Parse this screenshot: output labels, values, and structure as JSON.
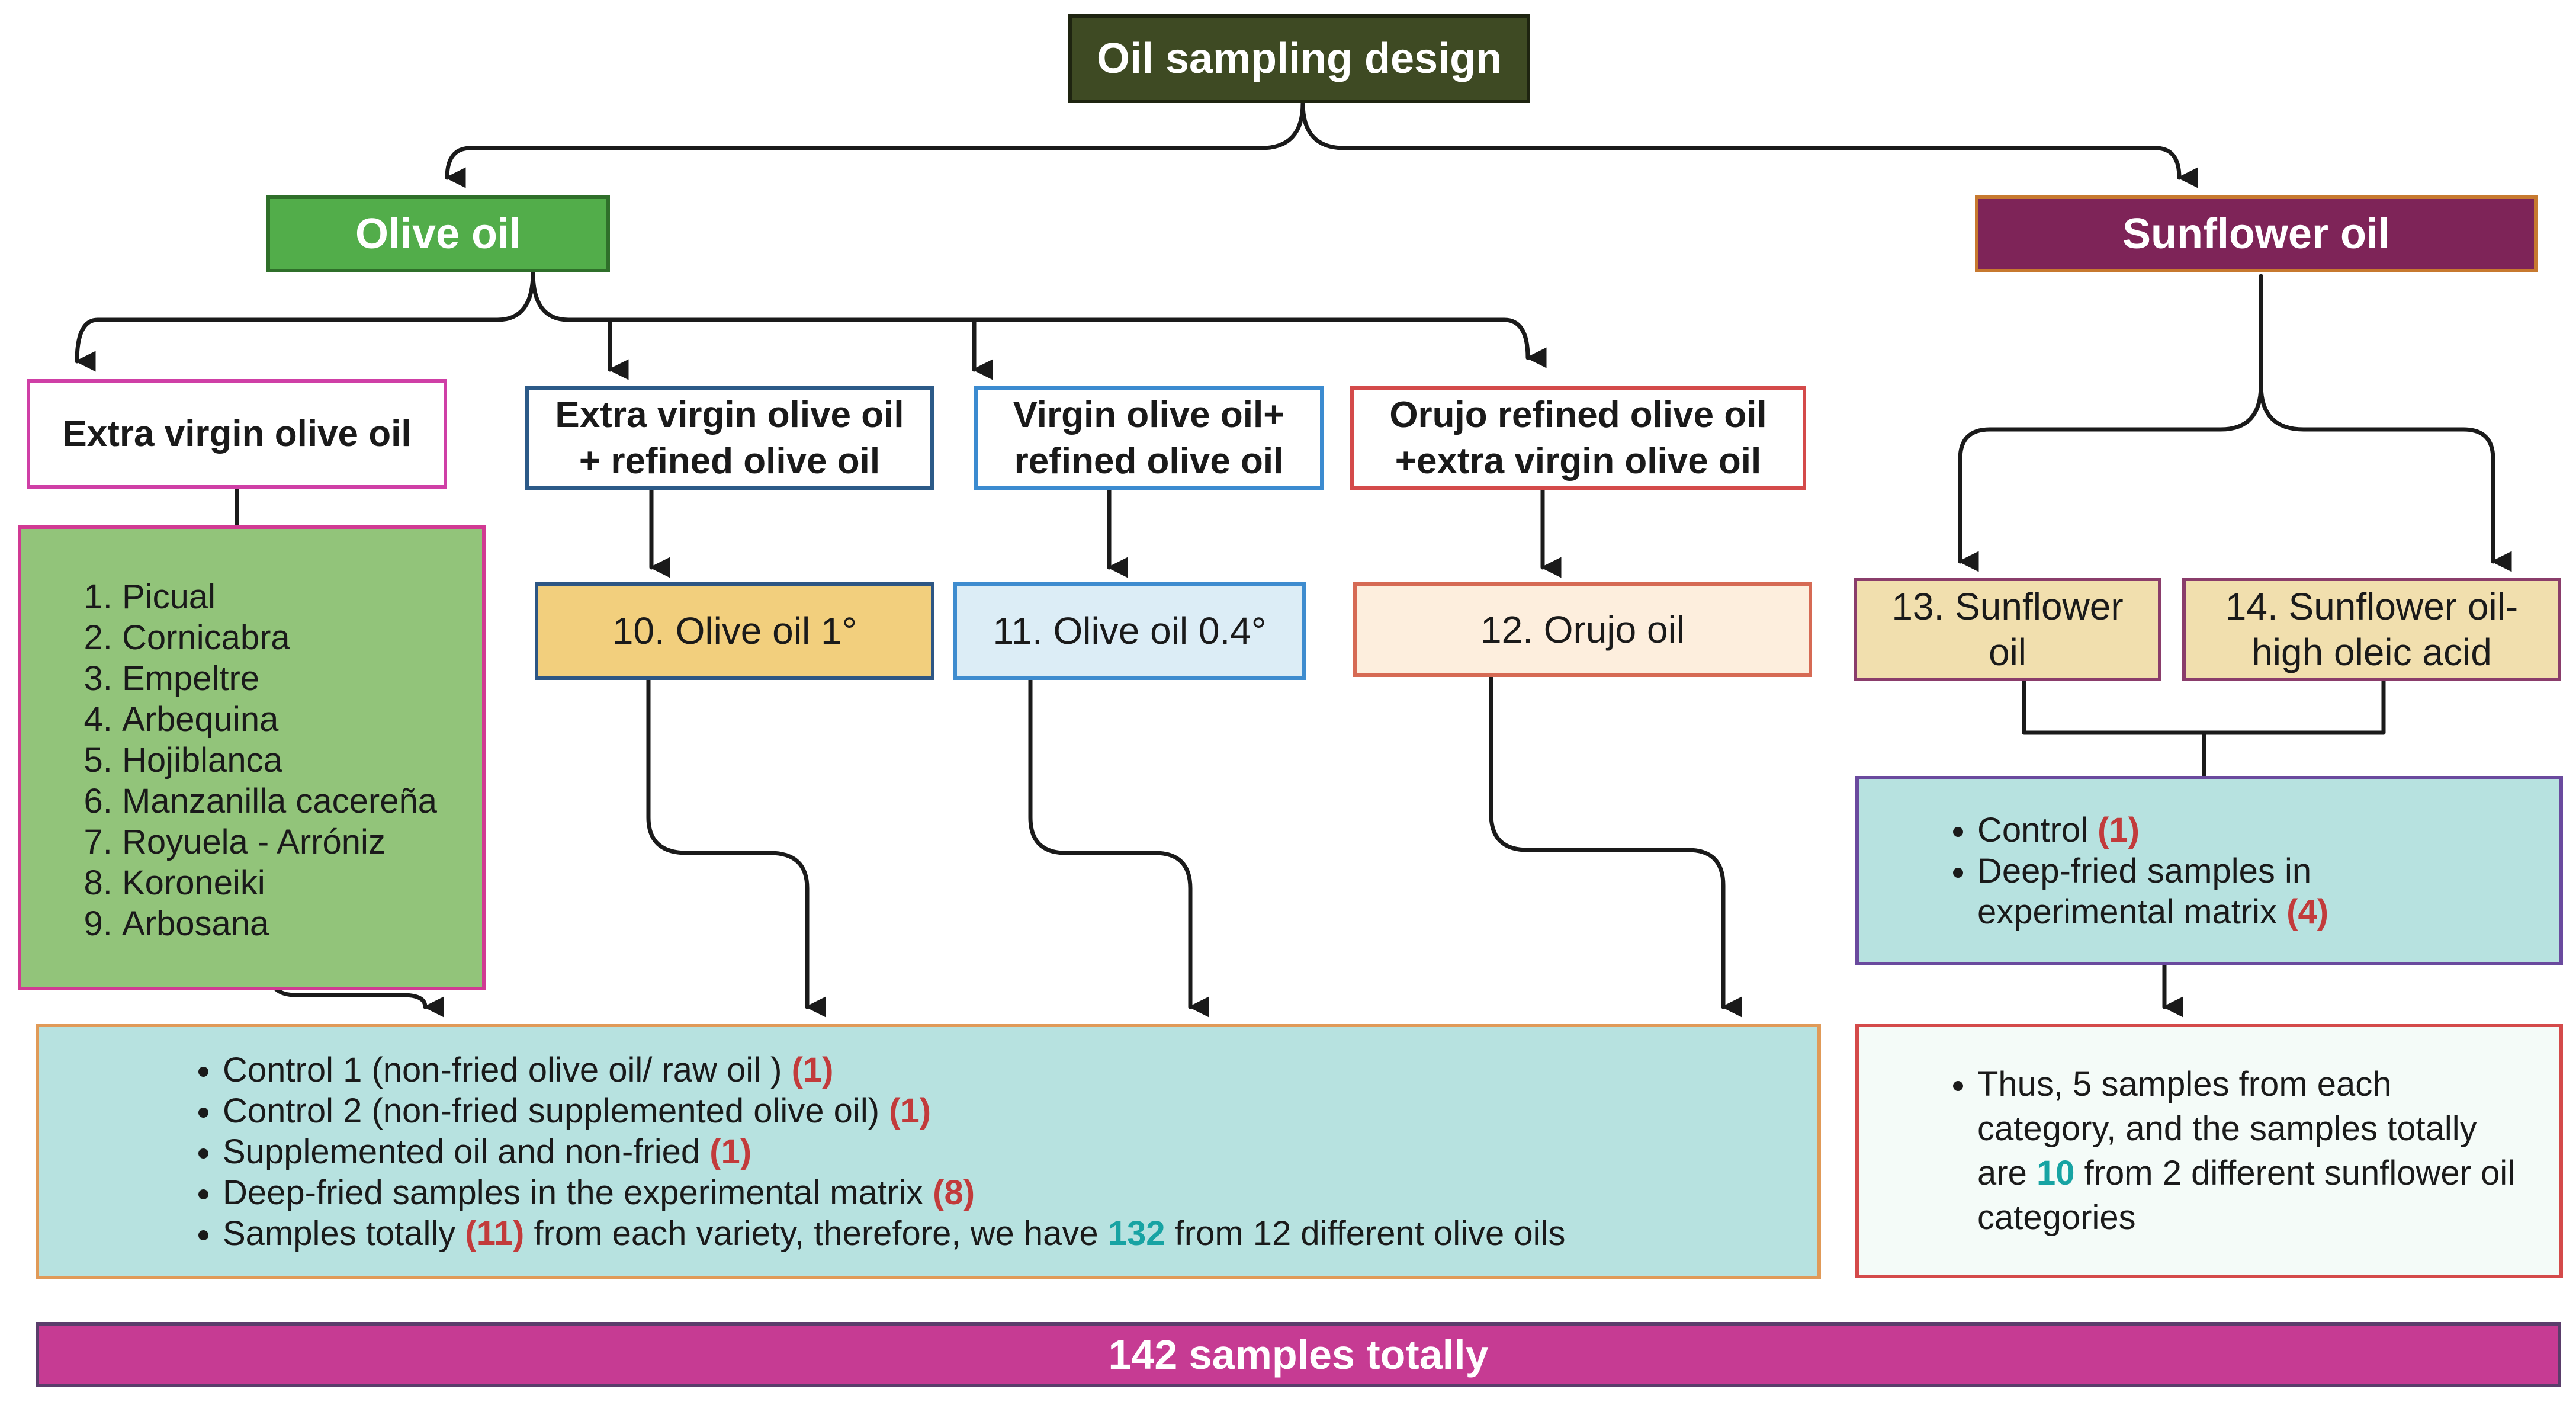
{
  "title": "Oil sampling design",
  "olive": {
    "header": "Olive oil",
    "categories": [
      {
        "label": "Extra virgin olive oil"
      },
      {
        "label": "Extra virgin olive oil + refined olive oil"
      },
      {
        "label": "Virgin olive oil+ refined olive oil"
      },
      {
        "label": "Orujo refined olive oil +extra virgin olive oil"
      }
    ],
    "varieties": [
      "Picual",
      "Cornicabra",
      "Empeltre",
      "Arbequina",
      "Hojiblanca",
      "Manzanilla cacereña",
      "Royuela - Arróniz",
      "Koroneiki",
      "Arbosana"
    ],
    "labels": [
      "10.  Olive oil 1°",
      "11.  Olive oil 0.4°",
      "12. Orujo oil"
    ],
    "info": {
      "control1": "Control 1 (non-fried olive oil/ raw oil ) ",
      "control1_count": "(1)",
      "control2": "Control 2  (non-fried supplemented olive oil) ",
      "control2_count": "(1)",
      "supplemented": "Supplemented oil and non-fried ",
      "supplemented_count": "(1)",
      "deep_fried": "Deep-fried samples in the experimental matrix  ",
      "deep_fried_count": "(8)",
      "total_pre": "Samples totally ",
      "total_count": "(11)",
      "total_mid": " from each variety, therefore, we have ",
      "total_number": "132",
      "total_post": " from 12 different olive oils"
    }
  },
  "sunflower": {
    "header": "Sunflower oil",
    "labels": [
      "13. Sunflower oil",
      "14. Sunflower oil- high oleic acid"
    ],
    "info": {
      "control": "Control ",
      "control_count": "(1)",
      "deep_fried": "Deep-fried samples in experimental matrix  ",
      "deep_fried_count": "(4)"
    },
    "summary": {
      "pre": "Thus, 5 samples from each category, and the samples totally are ",
      "number": "10",
      "post": " from 2 different sunflower oil categories"
    }
  },
  "total": "142 samples totally",
  "colors": {
    "title_bg": "#3e4a23",
    "olive_header": "#52ad4a",
    "sunflower_header": "#7e2458",
    "varieties_bg": "#92c47a",
    "info_bg": "#b7e2e0",
    "total_bar": "#c63b93",
    "count_red": "#c23b3b",
    "count_teal": "#17a3a3"
  }
}
